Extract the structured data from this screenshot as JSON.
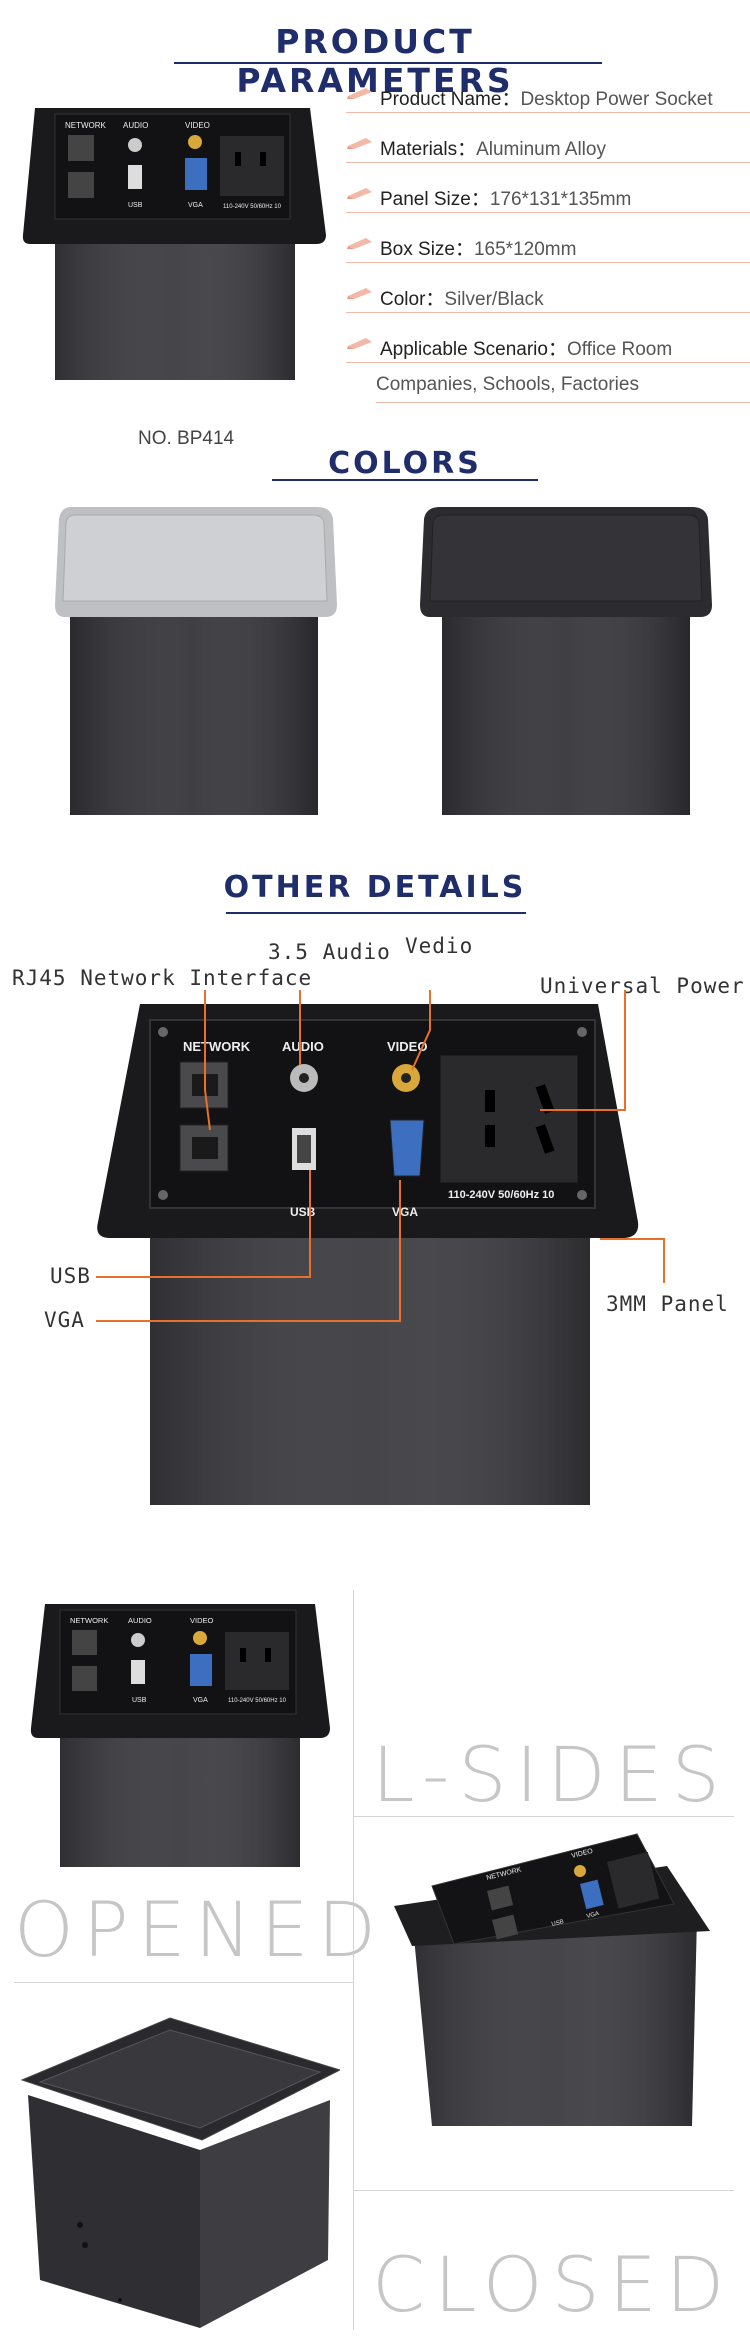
{
  "headings": {
    "parameters": "PRODUCT PARAMETERS",
    "colors": "COLORS",
    "details": "OTHER DETAILS"
  },
  "params": [
    {
      "label": "Product Name：",
      "value": "Desktop Power Socket"
    },
    {
      "label": "Materials：",
      "value": "Aluminum Alloy"
    },
    {
      "label": "Panel Size：",
      "value": "176*131*135mm"
    },
    {
      "label": "Box Size：",
      "value": "165*120mm"
    },
    {
      "label": "Color：",
      "value": "Silver/Black"
    },
    {
      "label": "Applicable Scenario：",
      "value": "Office Room"
    }
  ],
  "scenario_cont": "Companies, Schools, Factories",
  "model_no": "NO. BP414",
  "panel_labels": {
    "network": "NETWORK",
    "audio": "AUDIO",
    "video": "VIDEO",
    "usb": "USB",
    "vga": "VGA",
    "voltage": "110-240V 50/60Hz 10"
  },
  "callouts": {
    "audio": "3.5 Audio",
    "video": "Vedio",
    "rj45": "RJ45 Network Interface",
    "power": "Universal Power",
    "usb": "USB",
    "vga": "VGA",
    "panel": "3MM Panel"
  },
  "words": {
    "lsides": "L-SIDES",
    "opened": "OPENED",
    "closed": "CLOSED"
  },
  "colors": {
    "heading": "#1f2d6b",
    "accent": "#f2b9a9",
    "box": "#3a3a3e",
    "panel": "#1c1c1e",
    "silver": "#c9cacc",
    "callout_line": "#e8702a"
  }
}
